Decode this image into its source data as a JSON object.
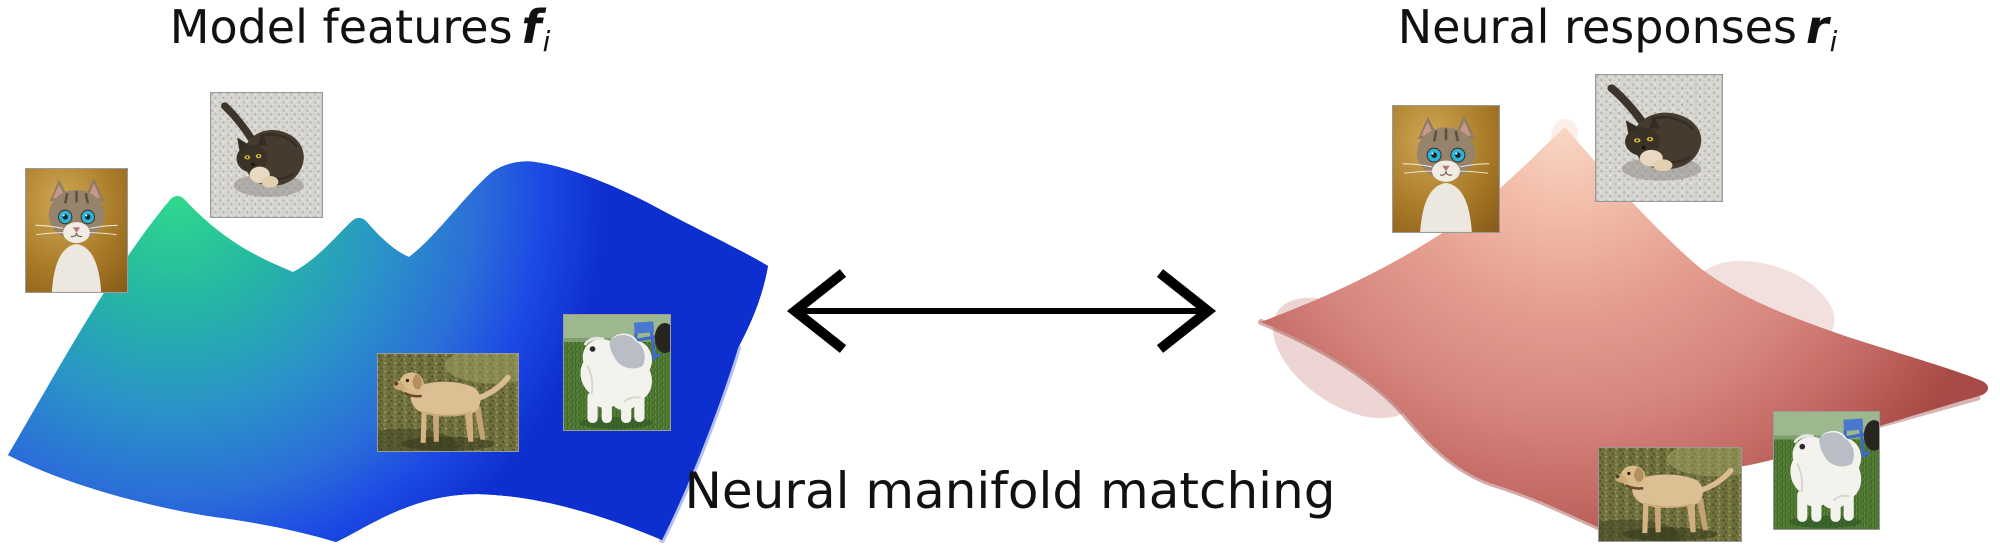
{
  "figure": {
    "caption": "Neural manifold matching",
    "left_panel": {
      "title_text": "Model features",
      "title_symbol": "f",
      "title_subscript": "i",
      "surface": "model-feature-manifold"
    },
    "right_panel": {
      "title_text": "Neural responses",
      "title_symbol": "r",
      "title_subscript": "i",
      "surface": "neural-response-manifold"
    },
    "arrow": {
      "style": "double-headed",
      "direction": "horizontal"
    },
    "stimulus_images": [
      {
        "name": "tabby-cat-portrait",
        "panel": "left"
      },
      {
        "name": "dark-cat-on-gravel",
        "panel": "left"
      },
      {
        "name": "yellow-labrador-on-grass",
        "panel": "left"
      },
      {
        "name": "white-sheepdog-on-grass",
        "panel": "left"
      },
      {
        "name": "tabby-cat-portrait",
        "panel": "right"
      },
      {
        "name": "dark-cat-on-gravel",
        "panel": "right"
      },
      {
        "name": "yellow-labrador-on-grass",
        "panel": "right"
      },
      {
        "name": "white-sheepdog-on-grass",
        "panel": "right"
      }
    ],
    "palette": {
      "text": "#111111",
      "arrow_color": "#000000",
      "model_surface": [
        "#2fd98c",
        "#25b7a3",
        "#2a93c8",
        "#2b6fd8",
        "#1c4ae4",
        "#0e2fd0"
      ],
      "model_front": [
        "#2f9fae",
        "#2b86c8",
        "#2160e0",
        "#1745e0"
      ],
      "neural_surface": [
        "#f8d8c6",
        "#f2bda9",
        "#e59d90",
        "#d6867e",
        "#c26862",
        "#a84a45"
      ],
      "crease_blue": "#0b2ec8",
      "crease_red": "#9c4440"
    }
  }
}
